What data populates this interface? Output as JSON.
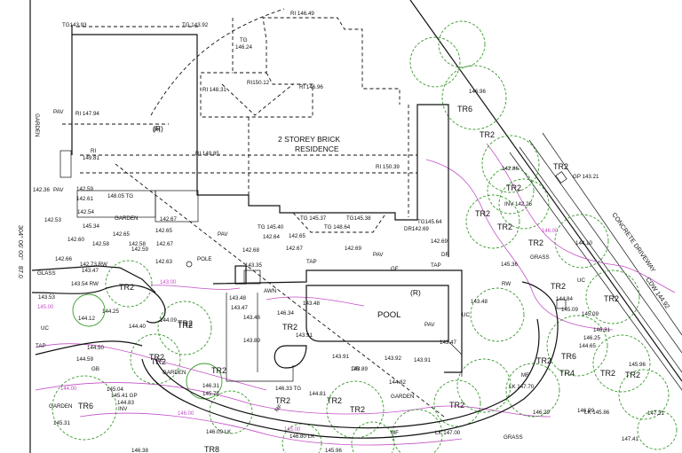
{
  "building": {
    "line1": "2 STOREY BRICK",
    "line2": "RESIDENCE",
    "r_mark": "(R)"
  },
  "pool": {
    "label": "POOL",
    "r_mark": "(R)"
  },
  "road": {
    "driveway": "CONCRETE DRIVEWAY",
    "cdw": "CDW 144.92"
  },
  "boundary": {
    "bearing": "304° 06' 00\"",
    "length": "87.0"
  },
  "garden_side": "GARDEN",
  "labels": [
    {
      "t": "TG143.93"
    },
    {
      "t": "TG 143.92"
    },
    {
      "t": "RI 146.49"
    },
    {
      "t": "TG"
    },
    {
      "t": "146.24"
    },
    {
      "t": "RI150.12"
    },
    {
      "t": "RI 148.31"
    },
    {
      "t": "RI 146.96"
    },
    {
      "t": "RI 147.94"
    },
    {
      "t": "PAV"
    },
    {
      "t": "(R)"
    },
    {
      "t": "RI 149.85"
    },
    {
      "t": "RI"
    },
    {
      "t": "149.81"
    },
    {
      "t": "RI 150.39"
    },
    {
      "t": "142.36"
    },
    {
      "t": "PAV"
    },
    {
      "t": "142.59"
    },
    {
      "t": "142.61"
    },
    {
      "t": "142.54"
    },
    {
      "t": "148.05 TG"
    },
    {
      "t": "142.53"
    },
    {
      "t": "145.34"
    },
    {
      "t": "GARDEN"
    },
    {
      "t": "142.67"
    },
    {
      "t": "142.65"
    },
    {
      "t": "TG 145.40"
    },
    {
      "t": "TG 148.64"
    },
    {
      "t": "TG 145.37"
    },
    {
      "t": "TG145.38"
    },
    {
      "t": "TG145.64"
    },
    {
      "t": "DR142.69"
    },
    {
      "t": "142.60"
    },
    {
      "t": "142.65"
    },
    {
      "t": "142.58"
    },
    {
      "t": "142.58"
    },
    {
      "t": "142.67"
    },
    {
      "t": "142.64"
    },
    {
      "t": "142.65"
    },
    {
      "t": "142.67"
    },
    {
      "t": "142.69"
    },
    {
      "t": "142.69"
    },
    {
      "t": "PAV"
    },
    {
      "t": "PAV"
    },
    {
      "t": "142.68"
    },
    {
      "t": "142.63"
    },
    {
      "t": "142.59"
    },
    {
      "t": "142.66"
    },
    {
      "t": "142.73 RW"
    },
    {
      "t": "POLE"
    },
    {
      "t": "143.35"
    },
    {
      "t": "TAP"
    },
    {
      "t": "GF"
    },
    {
      "t": "DR"
    },
    {
      "t": "TAP"
    },
    {
      "t": "GLASS"
    },
    {
      "t": "143.47"
    },
    {
      "t": "143.53"
    },
    {
      "t": "143.54 RW"
    },
    {
      "t": "TR2"
    },
    {
      "t": "AWN"
    },
    {
      "t": "143.48"
    },
    {
      "t": "143.48"
    },
    {
      "t": "143.48"
    },
    {
      "t": "TR2"
    },
    {
      "t": "144.12"
    },
    {
      "t": "144.25"
    },
    {
      "t": "144.09"
    },
    {
      "t": "143.47"
    },
    {
      "t": "143.46"
    },
    {
      "t": "146.34"
    },
    {
      "t": "TR2"
    },
    {
      "t": "143.91"
    },
    {
      "t": "PAV"
    },
    {
      "t": "UC"
    },
    {
      "t": "144.40"
    },
    {
      "t": "TR2"
    },
    {
      "t": "143.89"
    },
    {
      "t": "143.47"
    },
    {
      "t": "UC"
    },
    {
      "t": "TAP"
    },
    {
      "t": "144.50"
    },
    {
      "t": "144.59"
    },
    {
      "t": "TR2"
    },
    {
      "t": "143.91"
    },
    {
      "t": "143.92"
    },
    {
      "t": "143.91"
    },
    {
      "t": "GB"
    },
    {
      "t": "GARDEN"
    },
    {
      "t": "143.89"
    },
    {
      "t": "DR"
    },
    {
      "t": "145.04"
    },
    {
      "t": "145.41 GP"
    },
    {
      "t": "144.83"
    },
    {
      "t": "INV"
    },
    {
      "t": "146.31"
    },
    {
      "t": "145.75"
    },
    {
      "t": "146.33 TG"
    },
    {
      "t": "144.81"
    },
    {
      "t": "144.82"
    },
    {
      "t": "GARDEN"
    },
    {
      "t": "GARDEN"
    },
    {
      "t": "TR6"
    },
    {
      "t": "145.31"
    },
    {
      "t": "TR2"
    },
    {
      "t": "TR2"
    },
    {
      "t": "TR2"
    },
    {
      "t": "TR2"
    },
    {
      "t": "TR2"
    },
    {
      "t": "146.09 LK"
    },
    {
      "t": "146.80 LK"
    },
    {
      "t": "TR2"
    },
    {
      "t": "MF"
    },
    {
      "t": "MF"
    },
    {
      "t": "LK 147.00"
    },
    {
      "t": "LK 147.70"
    },
    {
      "t": "146.29"
    },
    {
      "t": "146.99"
    },
    {
      "t": "GRASS"
    },
    {
      "t": "147.41"
    },
    {
      "t": "147.31"
    },
    {
      "t": "TR8"
    },
    {
      "t": "146.38"
    },
    {
      "t": "145.96"
    },
    {
      "t": "146.96"
    },
    {
      "t": "TR6"
    },
    {
      "t": "TR2"
    },
    {
      "t": "142.86"
    },
    {
      "t": "TR2"
    },
    {
      "t": "TR2"
    },
    {
      "t": "GP 143.21"
    },
    {
      "t": "INV 142.26"
    },
    {
      "t": "TR2"
    },
    {
      "t": "TR2"
    },
    {
      "t": "TR2"
    },
    {
      "t": "GRASS"
    },
    {
      "t": "144.10"
    },
    {
      "t": "TR2"
    },
    {
      "t": "TR2"
    },
    {
      "t": "144.84"
    },
    {
      "t": "145.09"
    },
    {
      "t": "145.09"
    },
    {
      "t": "144.65"
    },
    {
      "t": "TR6"
    },
    {
      "t": "145.96"
    },
    {
      "t": "TR2"
    },
    {
      "t": "TR2"
    },
    {
      "t": "TR4"
    },
    {
      "t": "146.31"
    },
    {
      "t": "146.25"
    },
    {
      "t": "UC"
    },
    {
      "t": "145.36"
    },
    {
      "t": "RW"
    },
    {
      "t": "TR2"
    },
    {
      "t": "MF"
    },
    {
      "t": "LK 145.86"
    },
    {
      "t": "LK 144.92"
    },
    {
      "t": "GRASS"
    }
  ],
  "contours": [
    {
      "t": "145.00"
    },
    {
      "t": "146.00"
    },
    {
      "t": "144.00"
    },
    {
      "t": "143.00"
    },
    {
      "t": "146.00"
    },
    {
      "t": "145.00"
    }
  ]
}
